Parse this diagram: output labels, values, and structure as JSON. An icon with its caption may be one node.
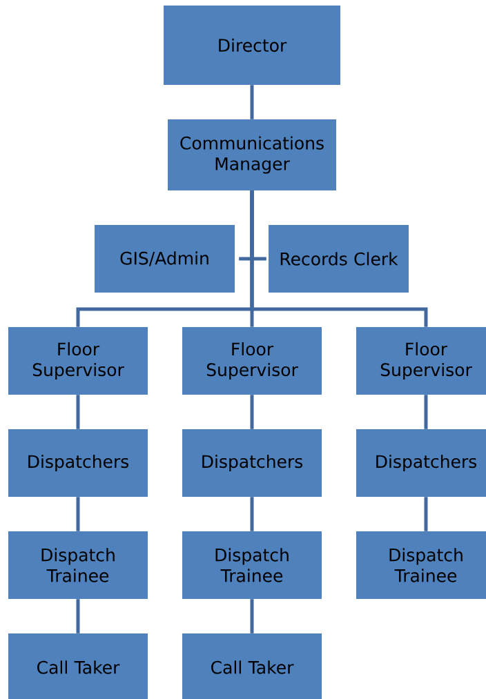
{
  "diagram": {
    "nodes": [
      {
        "text": [
          "Director"
        ]
      },
      {
        "text": [
          "Communications Manager"
        ]
      },
      {
        "text": [
          "GIS/Admin"
        ]
      },
      {
        "text": [
          "Records Clerk"
        ]
      },
      {
        "text": [
          "Floor Supervisor"
        ]
      },
      {
        "text": [
          "Floor Supervisor"
        ]
      },
      {
        "text": [
          "Floor Supervisor"
        ]
      },
      {
        "text": [
          "Dispatchers"
        ]
      },
      {
        "text": [
          "Dispatchers"
        ]
      },
      {
        "text": [
          "Dispatchers"
        ]
      },
      {
        "text": [
          "Dispatch Trainee"
        ]
      },
      {
        "text": [
          "Dispatch Trainee"
        ]
      },
      {
        "text": [
          "Dispatch Trainee"
        ]
      },
      {
        "text": [
          "Call Taker"
        ]
      },
      {
        "text": [
          "Call Taker"
        ]
      }
    ],
    "edges": [
      {
        "from": 0,
        "to": 1,
        "arrow": "none"
      },
      {
        "from": 1,
        "to": 2,
        "arrow": "none"
      },
      {
        "from": 1,
        "to": 3,
        "arrow": "none"
      },
      {
        "from": 1,
        "to": 4,
        "arrow": "none"
      },
      {
        "from": 1,
        "to": 5,
        "arrow": "none"
      },
      {
        "from": 1,
        "to": 6,
        "arrow": "none"
      },
      {
        "from": 4,
        "to": 7,
        "arrow": "none"
      },
      {
        "from": 5,
        "to": 8,
        "arrow": "none"
      },
      {
        "from": 6,
        "to": 9,
        "arrow": "none"
      },
      {
        "from": 7,
        "to": 10,
        "arrow": "none"
      },
      {
        "from": 8,
        "to": 11,
        "arrow": "none"
      },
      {
        "from": 9,
        "to": 12,
        "arrow": "none"
      },
      {
        "from": 10,
        "to": 13,
        "arrow": "none"
      },
      {
        "from": 11,
        "to": 14,
        "arrow": "none"
      }
    ]
  }
}
